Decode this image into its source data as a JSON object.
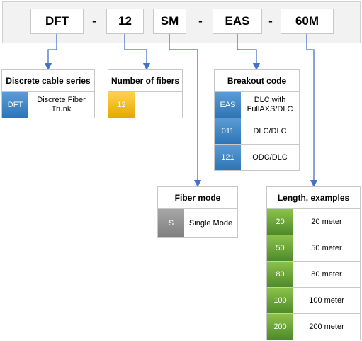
{
  "codes": [
    {
      "text": "DFT"
    },
    {
      "text": "-"
    },
    {
      "text": "12"
    },
    {
      "text": "SM"
    },
    {
      "text": "-"
    },
    {
      "text": "EAS"
    },
    {
      "text": "-"
    },
    {
      "text": "60M"
    }
  ],
  "cable_series": {
    "title": "Discrete cable series",
    "rows": [
      {
        "code": "DFT",
        "desc": "Discrete Fiber Trunk"
      }
    ]
  },
  "fibers": {
    "title": "Number of fibers",
    "rows": [
      {
        "code": "12"
      }
    ]
  },
  "breakout": {
    "title": "Breakout code",
    "rows": [
      {
        "code": "EAS",
        "desc": "DLC with FullAXS/DLC"
      },
      {
        "code": "011",
        "desc": "DLC/DLC"
      },
      {
        "code": "121",
        "desc": "ODC/DLC"
      }
    ]
  },
  "fiber_mode": {
    "title": "Fiber mode",
    "rows": [
      {
        "code": "S",
        "desc": "Single Mode"
      }
    ]
  },
  "length": {
    "title": "Length, examples",
    "rows": [
      {
        "code": "20",
        "desc": "20 meter"
      },
      {
        "code": "50",
        "desc": "50 meter"
      },
      {
        "code": "80",
        "desc": "80 meter"
      },
      {
        "code": "100",
        "desc": "100 meter"
      },
      {
        "code": "200",
        "desc": "200 meter"
      }
    ]
  },
  "colors": {
    "connector": "#4472c4",
    "blue": "#2e75b6",
    "yellow": "#e6a800",
    "gray": "#7f7f7f",
    "green": "#4e8a2a"
  }
}
